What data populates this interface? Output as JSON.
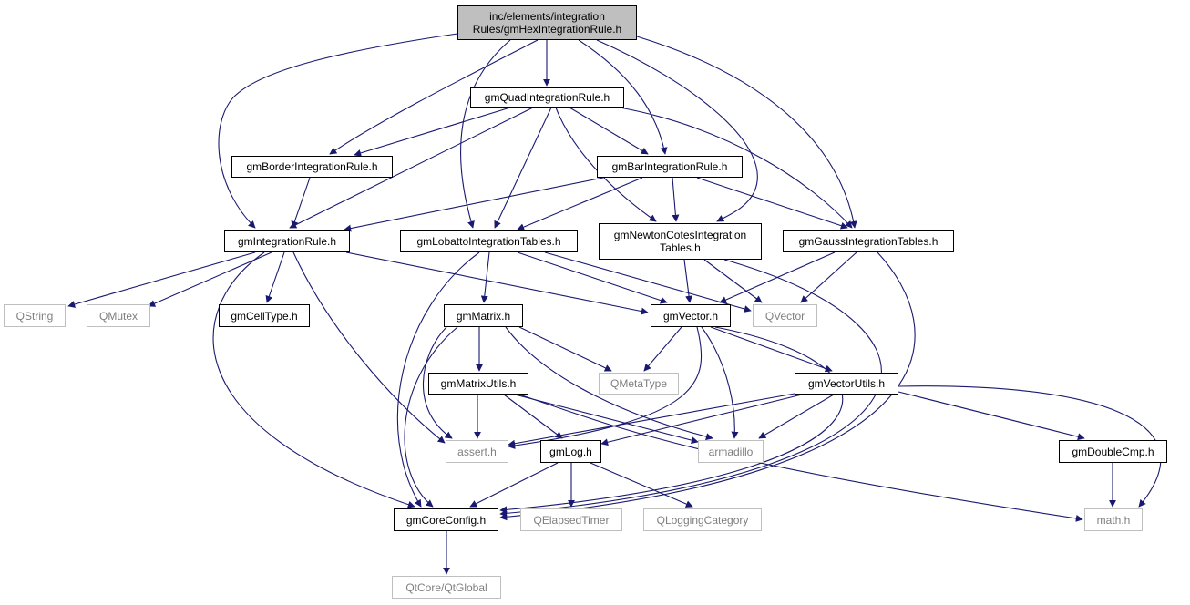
{
  "colors": {
    "edge": "#191970",
    "root_fill": "#bfbfbf",
    "node_border": "#000000",
    "external_border": "#bfbfbf",
    "external_text": "#7f7f7f"
  },
  "nodes": {
    "root": {
      "line1": "inc/elements/integration",
      "line2": "Rules/gmHexIntegrationRule.h"
    },
    "quad": {
      "label": "gmQuadIntegrationRule.h"
    },
    "border": {
      "label": "gmBorderIntegrationRule.h"
    },
    "bar": {
      "label": "gmBarIntegrationRule.h"
    },
    "integ": {
      "label": "gmIntegrationRule.h"
    },
    "lobatto": {
      "label": "gmLobattoIntegrationTables.h"
    },
    "newton": {
      "line1": "gmNewtonCotesIntegration",
      "line2": "Tables.h"
    },
    "gauss": {
      "label": "gmGaussIntegrationTables.h"
    },
    "qstring": {
      "label": "QString"
    },
    "qmutex": {
      "label": "QMutex"
    },
    "celltype": {
      "label": "gmCellType.h"
    },
    "matrix": {
      "label": "gmMatrix.h"
    },
    "vector": {
      "label": "gmVector.h"
    },
    "qvector": {
      "label": "QVector"
    },
    "matrixutils": {
      "label": "gmMatrixUtils.h"
    },
    "qmetatype": {
      "label": "QMetaType"
    },
    "vectorutils": {
      "label": "gmVectorUtils.h"
    },
    "assert": {
      "label": "assert.h"
    },
    "log": {
      "label": "gmLog.h"
    },
    "armadillo": {
      "label": "armadillo"
    },
    "doublecmp": {
      "label": "gmDoubleCmp.h"
    },
    "coreconfig": {
      "label": "gmCoreConfig.h"
    },
    "qelapsedtimer": {
      "label": "QElapsedTimer"
    },
    "qloggingcategory": {
      "label": "QLoggingCategory"
    },
    "math": {
      "label": "math.h"
    },
    "qtglobal": {
      "label": "QtCore/QtGlobal"
    }
  }
}
